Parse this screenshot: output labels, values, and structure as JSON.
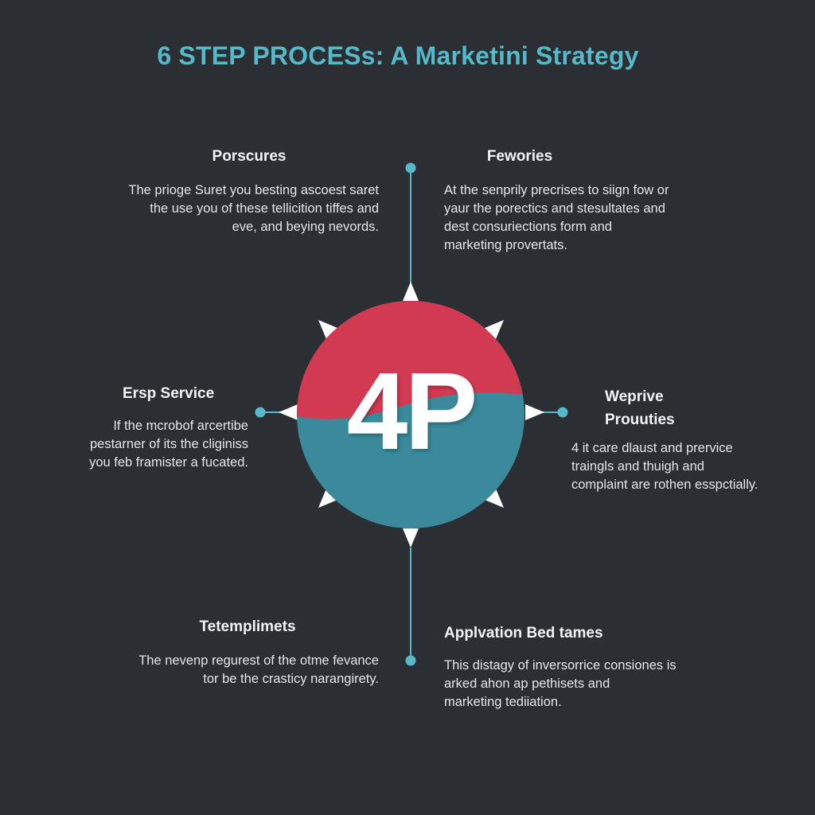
{
  "title": "6 STEP PROCESs: A Marketini Strategy",
  "center": {
    "label": "4P"
  },
  "colors": {
    "accent": "#56b8c9",
    "top_half": "#d23a52",
    "bottom_half": "#3a8a9c",
    "background": "#2b2e33"
  },
  "steps": [
    {
      "heading": "Porscures",
      "lines": [
        "The prioge Suret you besting ascoest saret",
        "the use you  of these tellicition tiffes and",
        "eve, and beying nevords."
      ]
    },
    {
      "heading": "Fewories",
      "lines": [
        "At the senprily precrises to siign fow or",
        "yaur the porectics and stesultates and",
        "dest consuriections form and",
        "marketing provertats."
      ]
    },
    {
      "heading": "Ersp Service",
      "lines": [
        "If the mcrobof arcertibe",
        "pestarner of its the cliginiss",
        "you feb framister a fucated."
      ]
    },
    {
      "heading_lines": [
        "Weprive",
        "Prouuties"
      ],
      "lines": [
        "4 it care dlaust and prervice",
        "traingls and thuigh and",
        "complaint are rothen esspctially."
      ]
    },
    {
      "heading": "Tetemplimets",
      "lines": [
        "The nevenp regurest of the otme fevance",
        "tor be the crasticy narangirety."
      ]
    },
    {
      "heading": "Applvation Bed tames",
      "lines": [
        "This distagy of inversorrice consiones is",
        "arked ahon ap pethisets and",
        "marketing tediiation."
      ]
    }
  ]
}
